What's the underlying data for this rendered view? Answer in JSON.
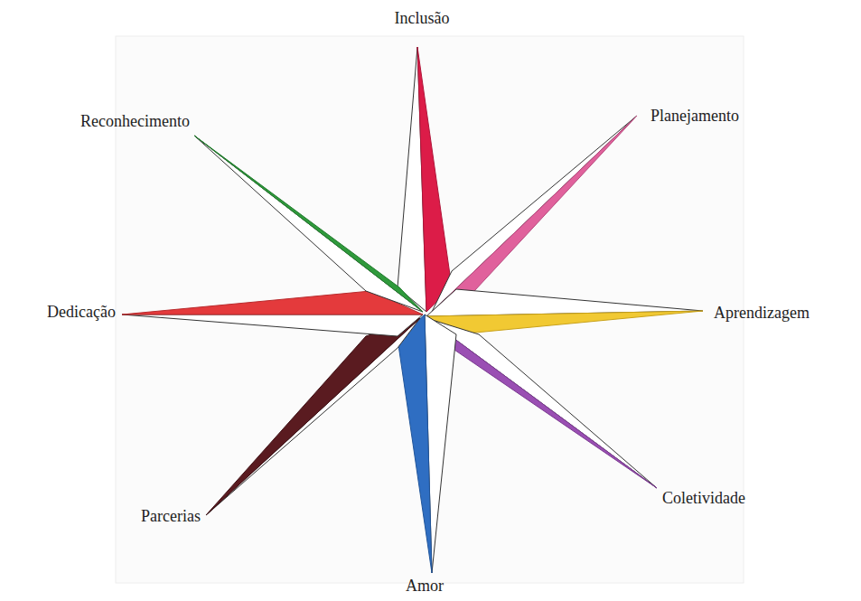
{
  "diagram": {
    "labels": [
      "Inclusão",
      "Planejamento",
      "Aprendizagem",
      "Coletividade",
      "Amor",
      "Parcerias",
      "Dedicação",
      "Reconhecimento"
    ]
  }
}
